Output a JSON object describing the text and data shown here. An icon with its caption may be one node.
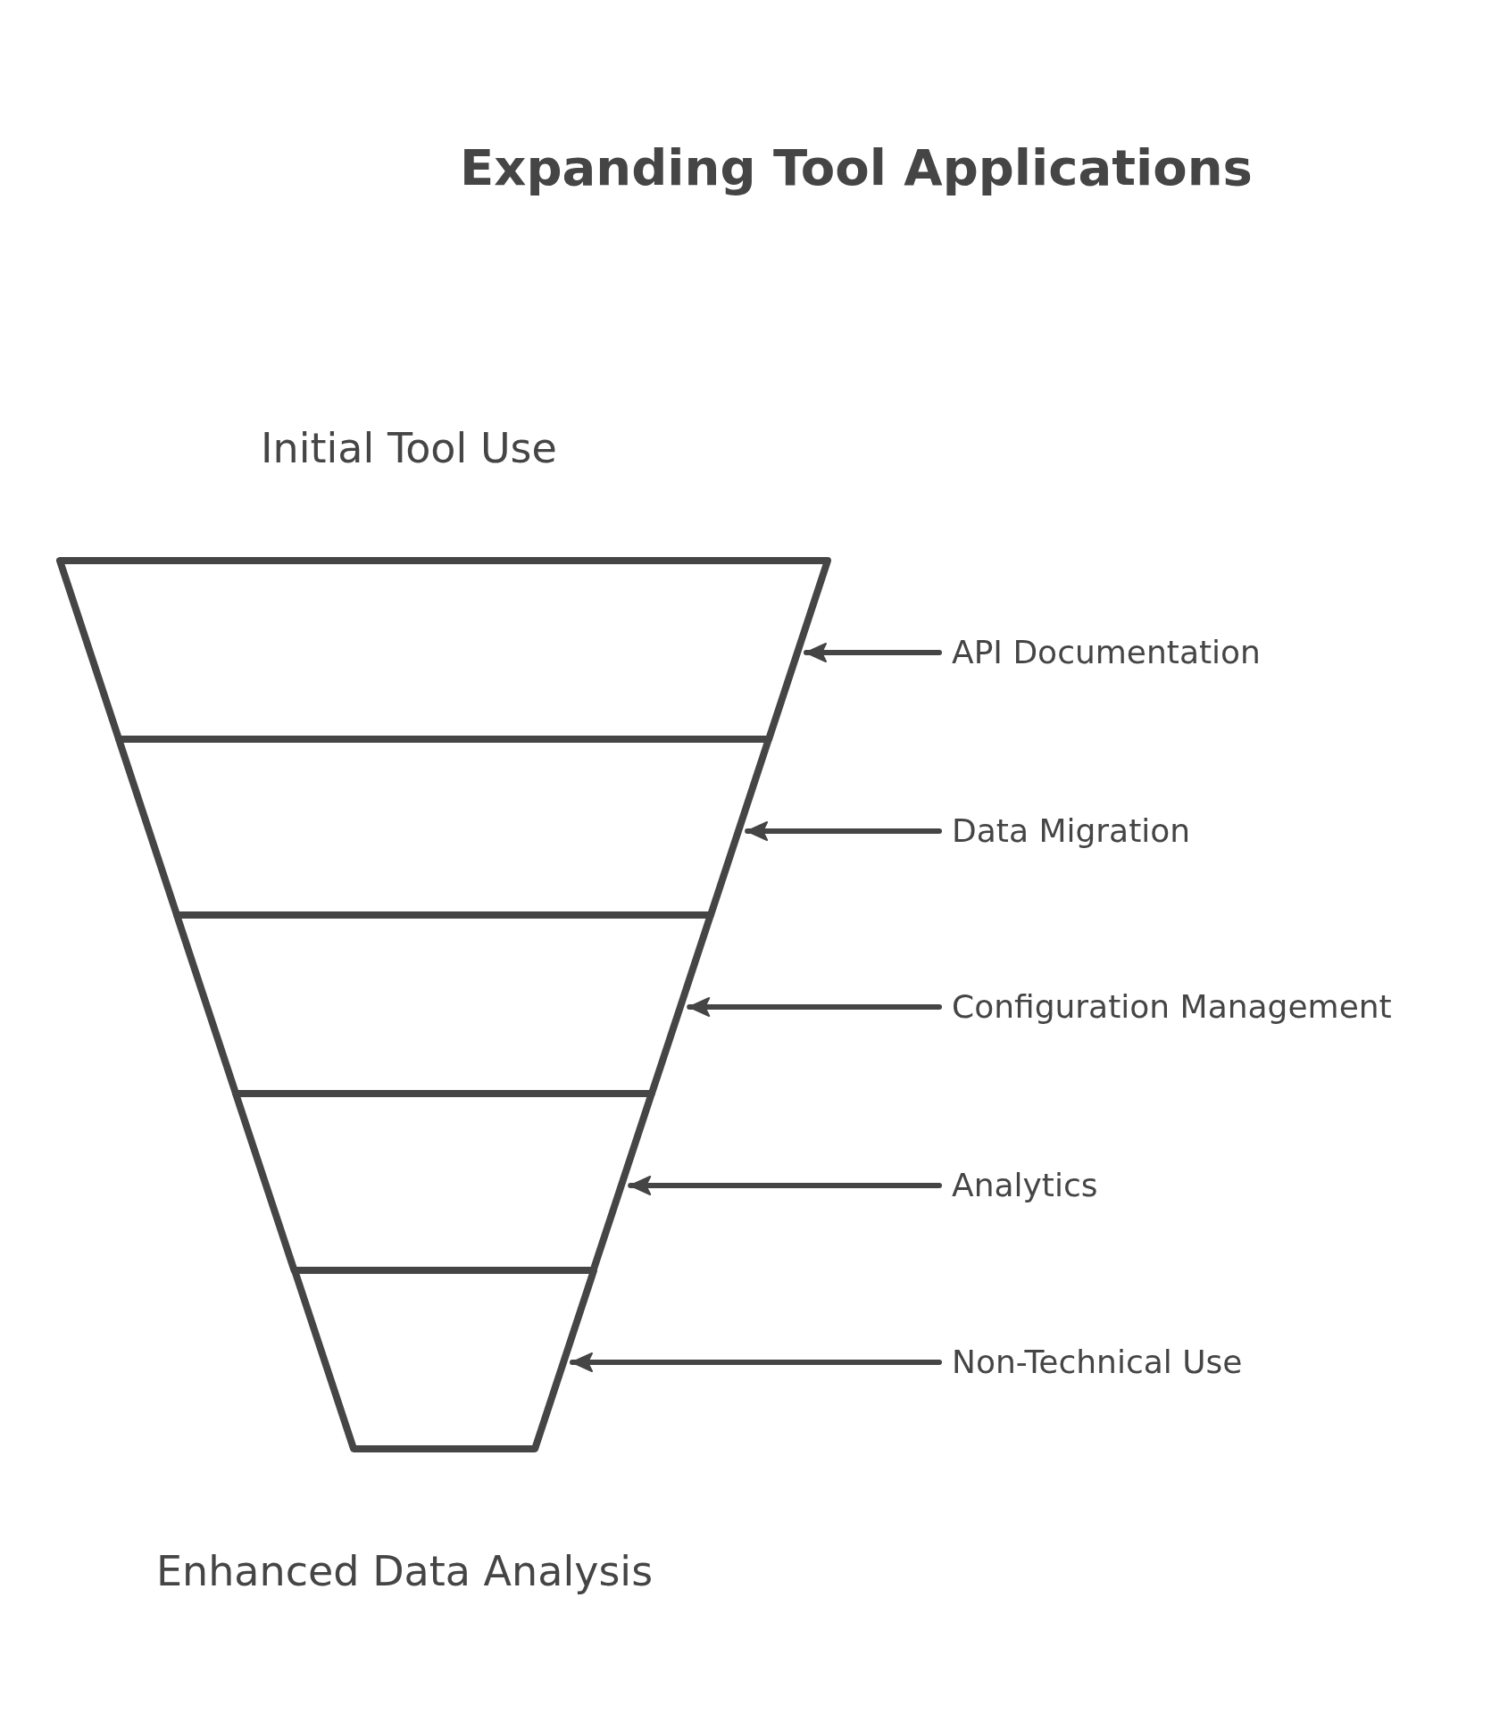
{
  "diagram": {
    "title": "Expanding Tool Applications",
    "nodes": [
      {
        "text": [],
        "shape": "trapezoid"
      },
      {
        "text": [
          "API Documentation"
        ]
      },
      {
        "text": [],
        "shape": "trapezoid"
      },
      {
        "text": [
          "Data Migration"
        ]
      },
      {
        "text": [],
        "shape": "trapezoid"
      },
      {
        "text": [
          "Configuration Management"
        ]
      },
      {
        "text": [],
        "shape": "trapezoid"
      },
      {
        "text": [
          "Analytics"
        ]
      },
      {
        "text": [],
        "shape": "trapezoid"
      },
      {
        "text": [
          "Non-Technical Use"
        ]
      }
    ],
    "edges": [
      {
        "from": 1,
        "to": 0,
        "arrow": "to"
      },
      {
        "from": 3,
        "to": 2,
        "arrow": "to"
      },
      {
        "from": 5,
        "to": 4,
        "arrow": "to"
      },
      {
        "from": 7,
        "to": 6,
        "arrow": "to"
      },
      {
        "from": 9,
        "to": 8,
        "arrow": "to"
      }
    ],
    "labels": [
      "Initial Tool Use",
      "Enhanced Data Analysis"
    ]
  }
}
